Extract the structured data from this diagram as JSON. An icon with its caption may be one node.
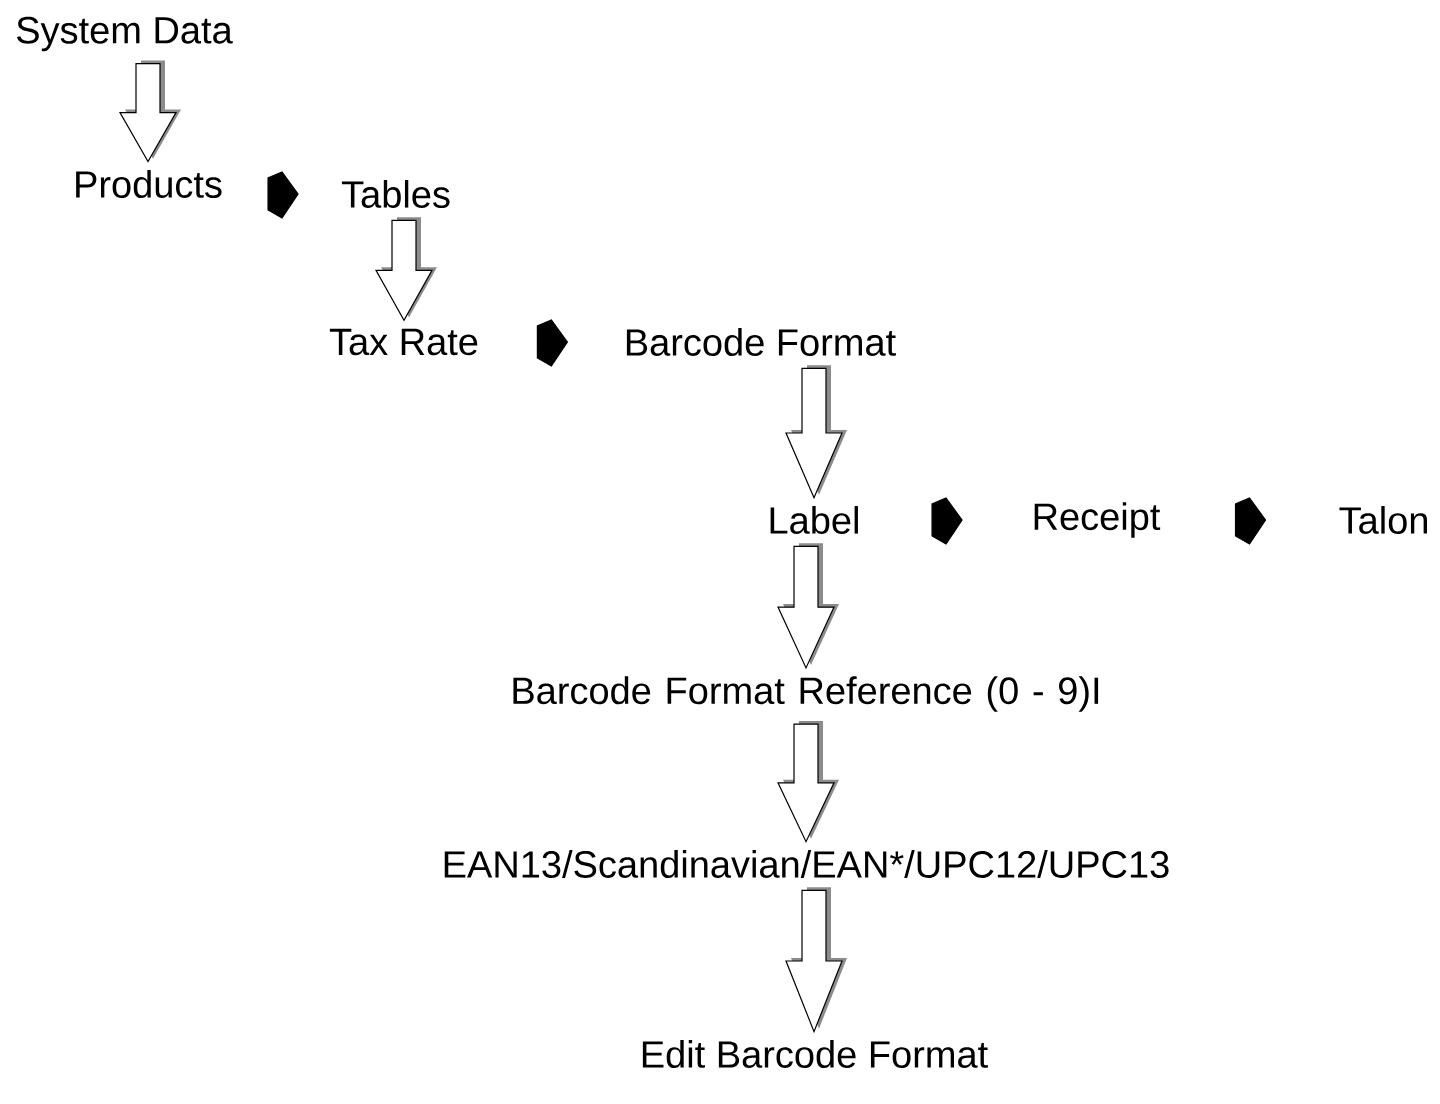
{
  "diagram": {
    "nodes": [
      {
        "text": [
          "System Data"
        ]
      },
      {
        "text": [
          "Products"
        ]
      },
      {
        "text": [
          "Tables"
        ]
      },
      {
        "text": [
          "Tax Rate"
        ]
      },
      {
        "text": [
          "Barcode Format"
        ]
      },
      {
        "text": [
          "Label"
        ]
      },
      {
        "text": [
          "Receipt"
        ]
      },
      {
        "text": [
          "Talon"
        ]
      },
      {
        "text": [
          "Barcode Format Reference (0 - 9)I"
        ]
      },
      {
        "text": [
          "EAN13/Scandinavian/EAN*/UPC12/UPC13"
        ]
      },
      {
        "text": [
          "Edit Barcode Format"
        ]
      }
    ],
    "edges": [
      {
        "from": 0,
        "to": 1,
        "arrow": "to"
      },
      {
        "from": 1,
        "to": 2,
        "arrow": "to"
      },
      {
        "from": 2,
        "to": 3,
        "arrow": "to"
      },
      {
        "from": 3,
        "to": 4,
        "arrow": "to"
      },
      {
        "from": 4,
        "to": 5,
        "arrow": "to"
      },
      {
        "from": 5,
        "to": 6,
        "arrow": "to"
      },
      {
        "from": 6,
        "to": 7,
        "arrow": "to"
      },
      {
        "from": 5,
        "to": 8,
        "arrow": "to"
      },
      {
        "from": 8,
        "to": 9,
        "arrow": "to"
      },
      {
        "from": 9,
        "to": 10,
        "arrow": "to"
      }
    ]
  }
}
